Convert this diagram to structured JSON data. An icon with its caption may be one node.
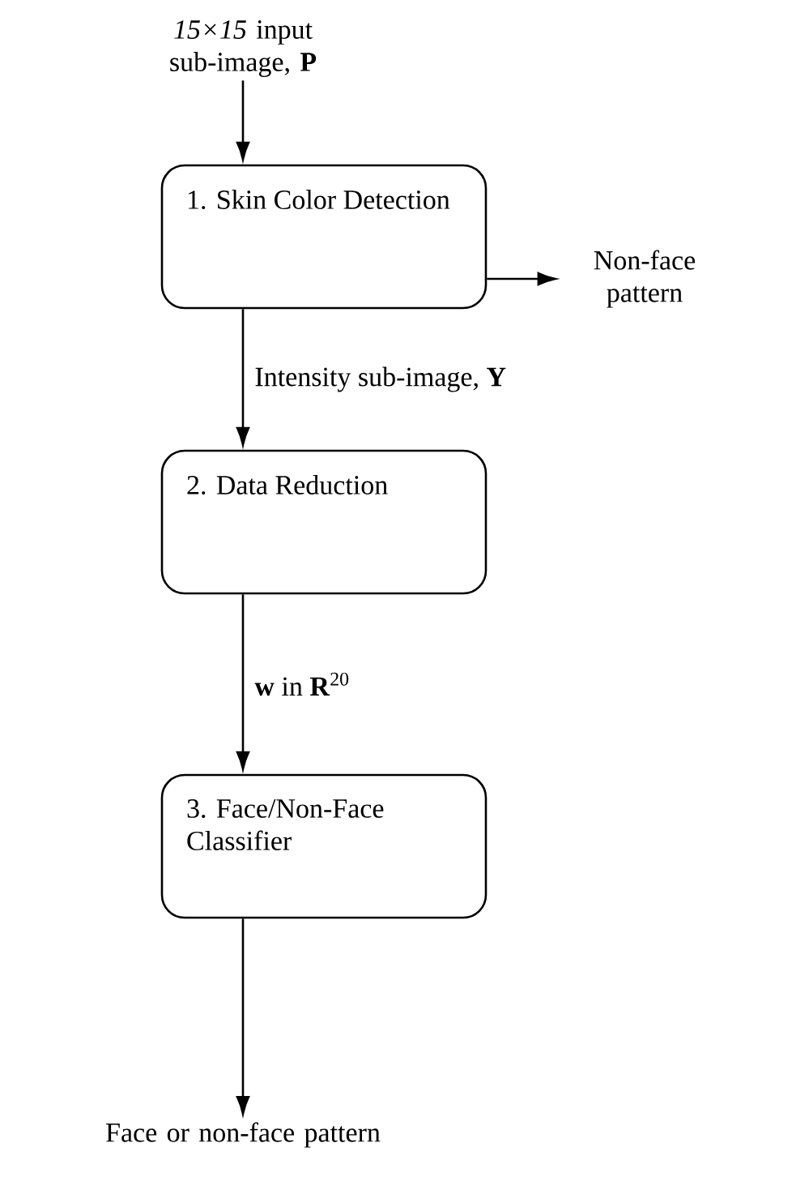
{
  "diagram": {
    "nodes": [
      {
        "text": [
          "*15×15* input sub-image, **P**"
        ]
      },
      {
        "text": [
          "1. Skin Color Detection"
        ]
      },
      {
        "text": [
          "Non-face pattern"
        ]
      },
      {
        "text": [
          "2. Data Reduction"
        ]
      },
      {
        "text": [
          "3. Face/Non-Face Classifier"
        ]
      },
      {
        "text": [
          "Face or non-face pattern"
        ]
      }
    ],
    "edges": [
      {
        "from": 0,
        "to": 1,
        "arrow": "to"
      },
      {
        "from": 1,
        "to": 2,
        "arrow": "to"
      },
      {
        "from": 1,
        "to": 3,
        "arrow": "to",
        "label": "Intensity sub-image, **Y**"
      },
      {
        "from": 3,
        "to": 4,
        "arrow": "to",
        "label": "**w** in **R**$^{20}$"
      },
      {
        "from": 4,
        "to": 5,
        "arrow": "to"
      }
    ]
  }
}
